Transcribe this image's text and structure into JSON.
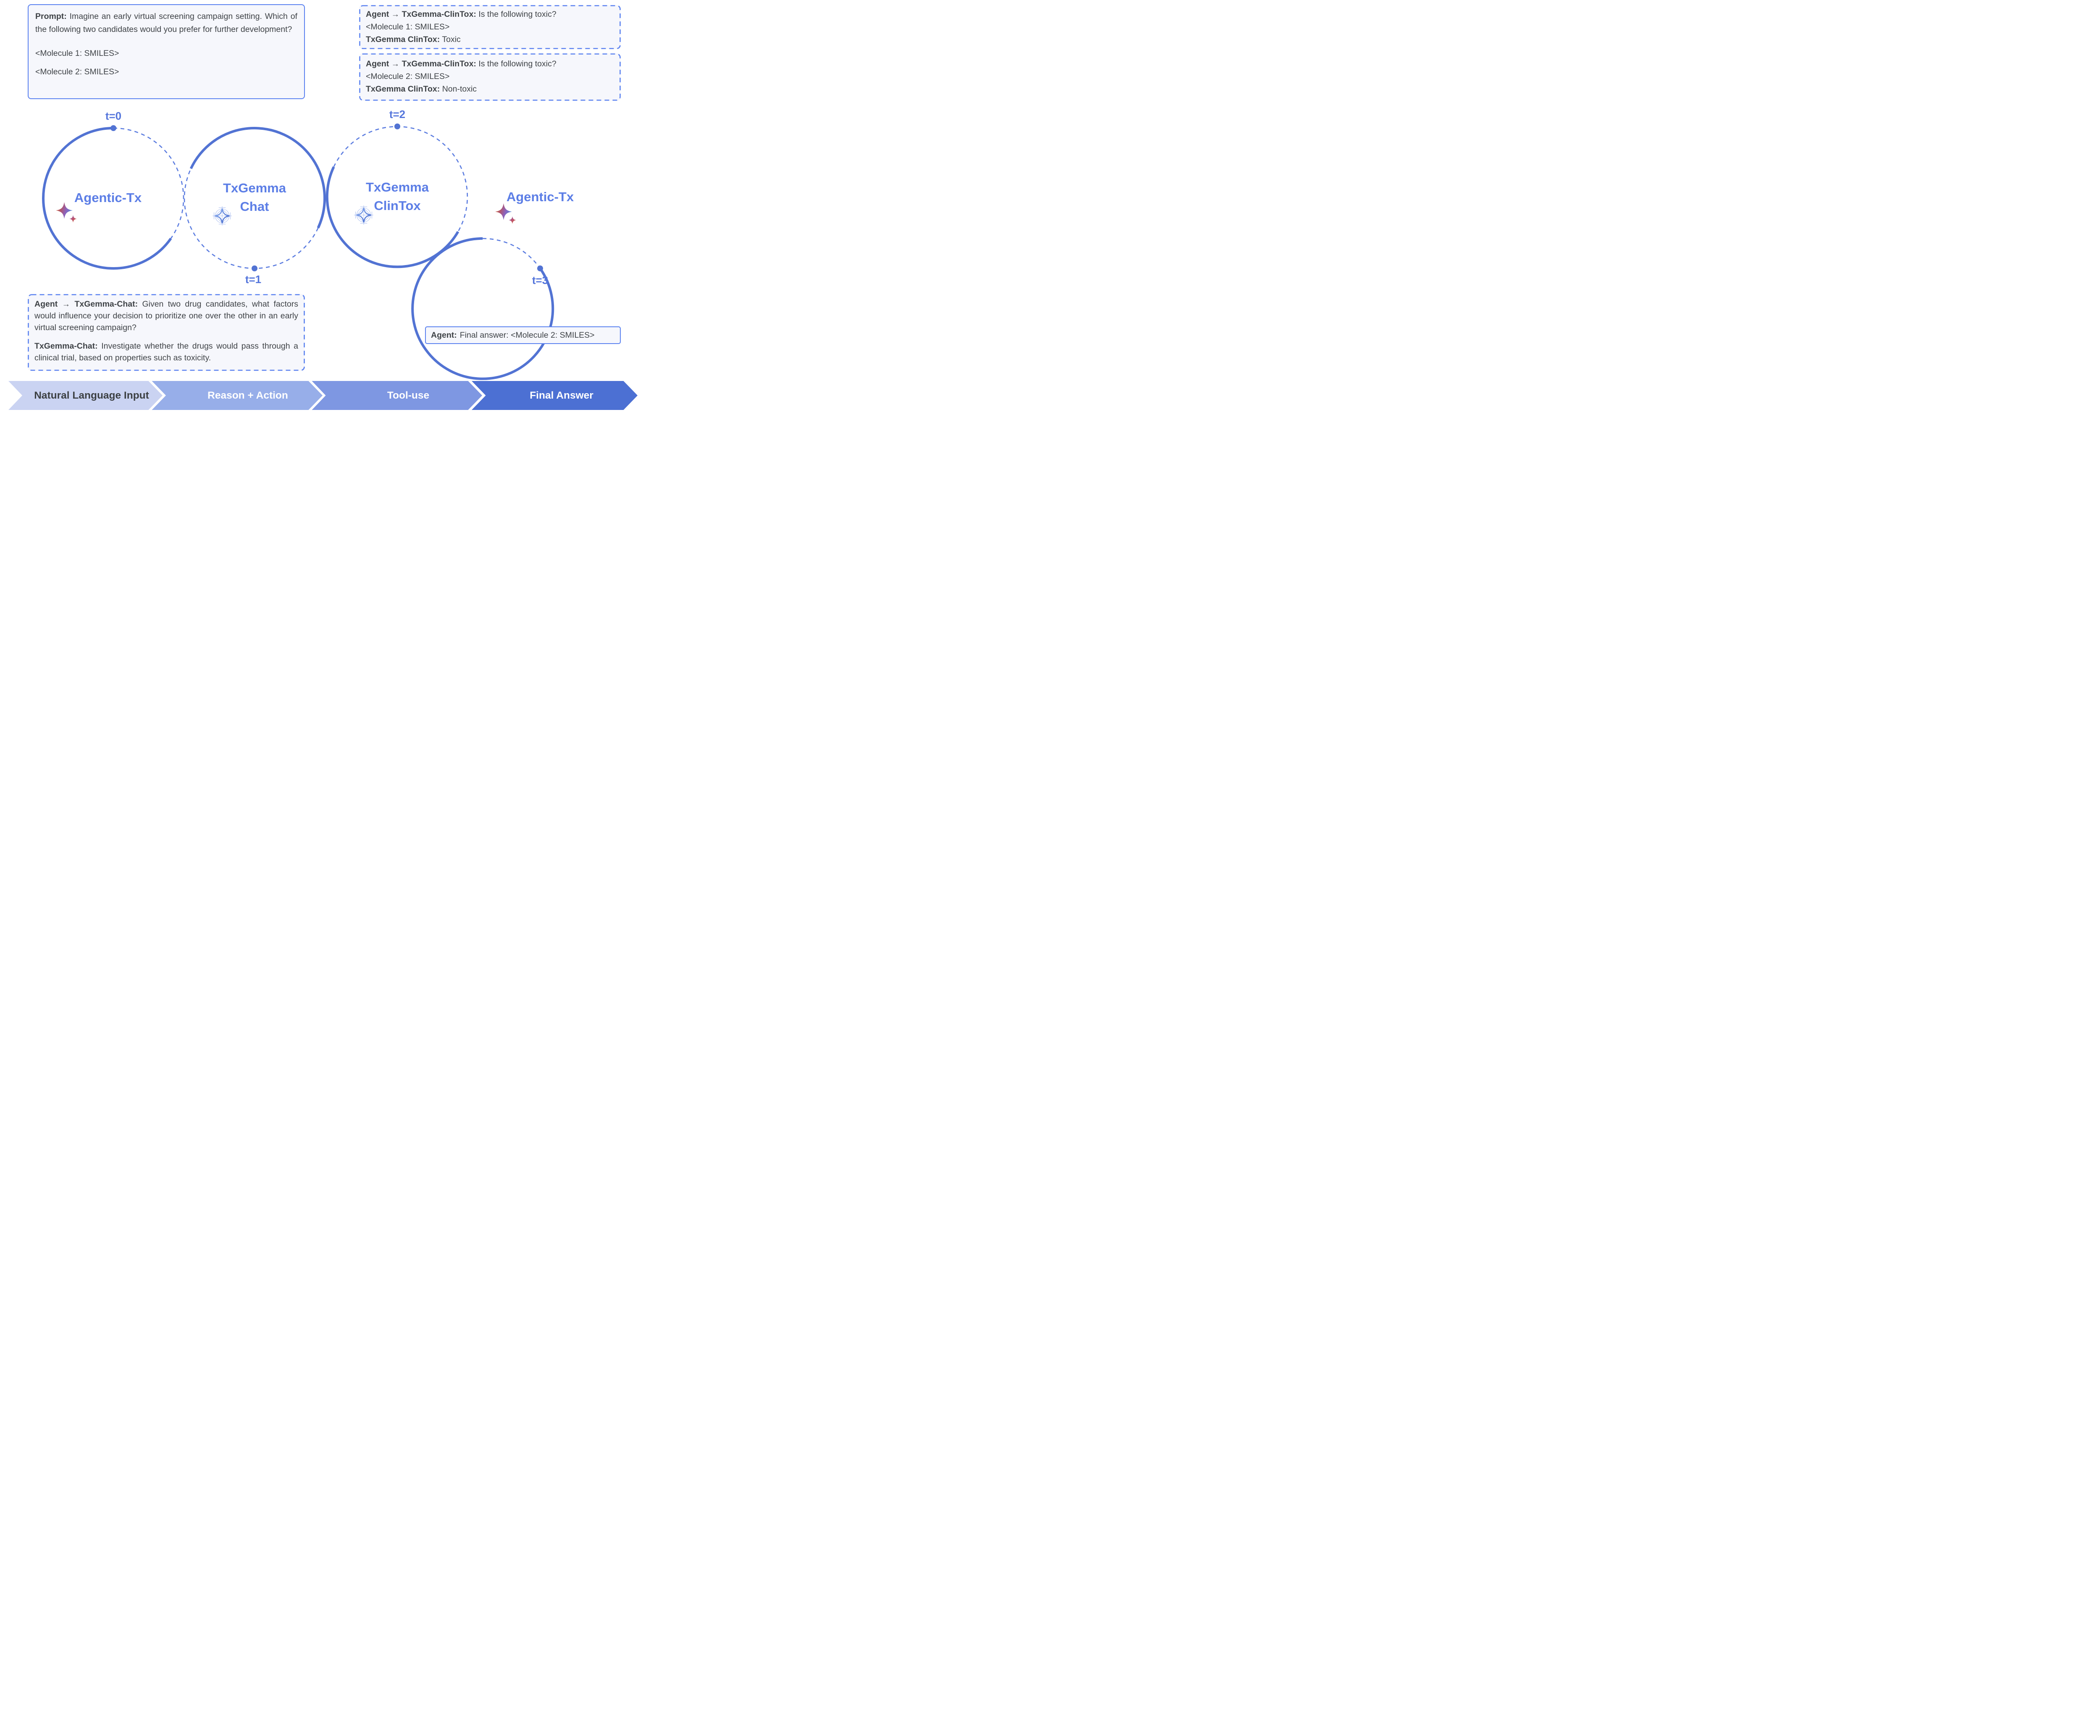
{
  "prompt_box": {
    "label": "Prompt:",
    "text": "Imagine an early virtual screening campaign setting. Which of the following two candidates would you prefer for further development?",
    "molecule1": "<Molecule 1: SMILES>",
    "molecule2": "<Molecule 2: SMILES>"
  },
  "tool_call_1": {
    "speaker": "Agent → TxGemma-ClinTox:",
    "question": "Is the following toxic?",
    "molecule": "<Molecule 1: SMILES>",
    "responder": "TxGemma ClinTox:",
    "answer": "Toxic"
  },
  "tool_call_2": {
    "speaker": "Agent → TxGemma-ClinTox:",
    "question": "Is the following toxic?",
    "molecule": "<Molecule 2: SMILES>",
    "responder": "TxGemma ClinTox:",
    "answer": "Non-toxic"
  },
  "chat_box": {
    "speaker": "Agent → TxGemma-Chat:",
    "question": "Given two drug candidates, what factors would influence your decision to prioritize one over the other in an early virtual screening campaign?",
    "responder": "TxGemma-Chat:",
    "answer": "Investigate whether the drugs would pass through a clinical trial, based on properties such as toxicity."
  },
  "final_box": {
    "speaker": "Agent:",
    "text": "Final answer: <Molecule 2: SMILES>"
  },
  "timeline": {
    "nodes": [
      {
        "time": "t=0",
        "line1": "Agentic-Tx",
        "line2": "",
        "icon": "gemini-sparkle-icon"
      },
      {
        "time": "t=1",
        "line1": "TxGemma",
        "line2": "Chat",
        "icon": "txgemma-blueprint-icon"
      },
      {
        "time": "t=2",
        "line1": "TxGemma",
        "line2": "ClinTox",
        "icon": "txgemma-blueprint-icon"
      },
      {
        "time": "t=3",
        "line1": "Agentic-Tx",
        "line2": "",
        "icon": "gemini-sparkle-icon"
      }
    ]
  },
  "stages": [
    {
      "label": "Natural Language Input",
      "color": "#CAD3F2",
      "text_color": "#3C4043"
    },
    {
      "label": "Reason + Action",
      "color": "#97AEE9",
      "text_color": "#FFFFFF"
    },
    {
      "label": "Tool-use",
      "color": "#7E97E2",
      "text_color": "#FFFFFF"
    },
    {
      "label": "Final Answer",
      "color": "#4C70D3",
      "text_color": "#FFFFFF"
    }
  ],
  "colors": {
    "accent_border": "#5B82F0",
    "box_background": "#F6F7FC",
    "ring_solid": "#5273D3",
    "ring_dashed": "#5B7CE0",
    "heading_blue": "#5C7EE6",
    "time_label": "#5576DC",
    "body_text": "#3F4347"
  }
}
